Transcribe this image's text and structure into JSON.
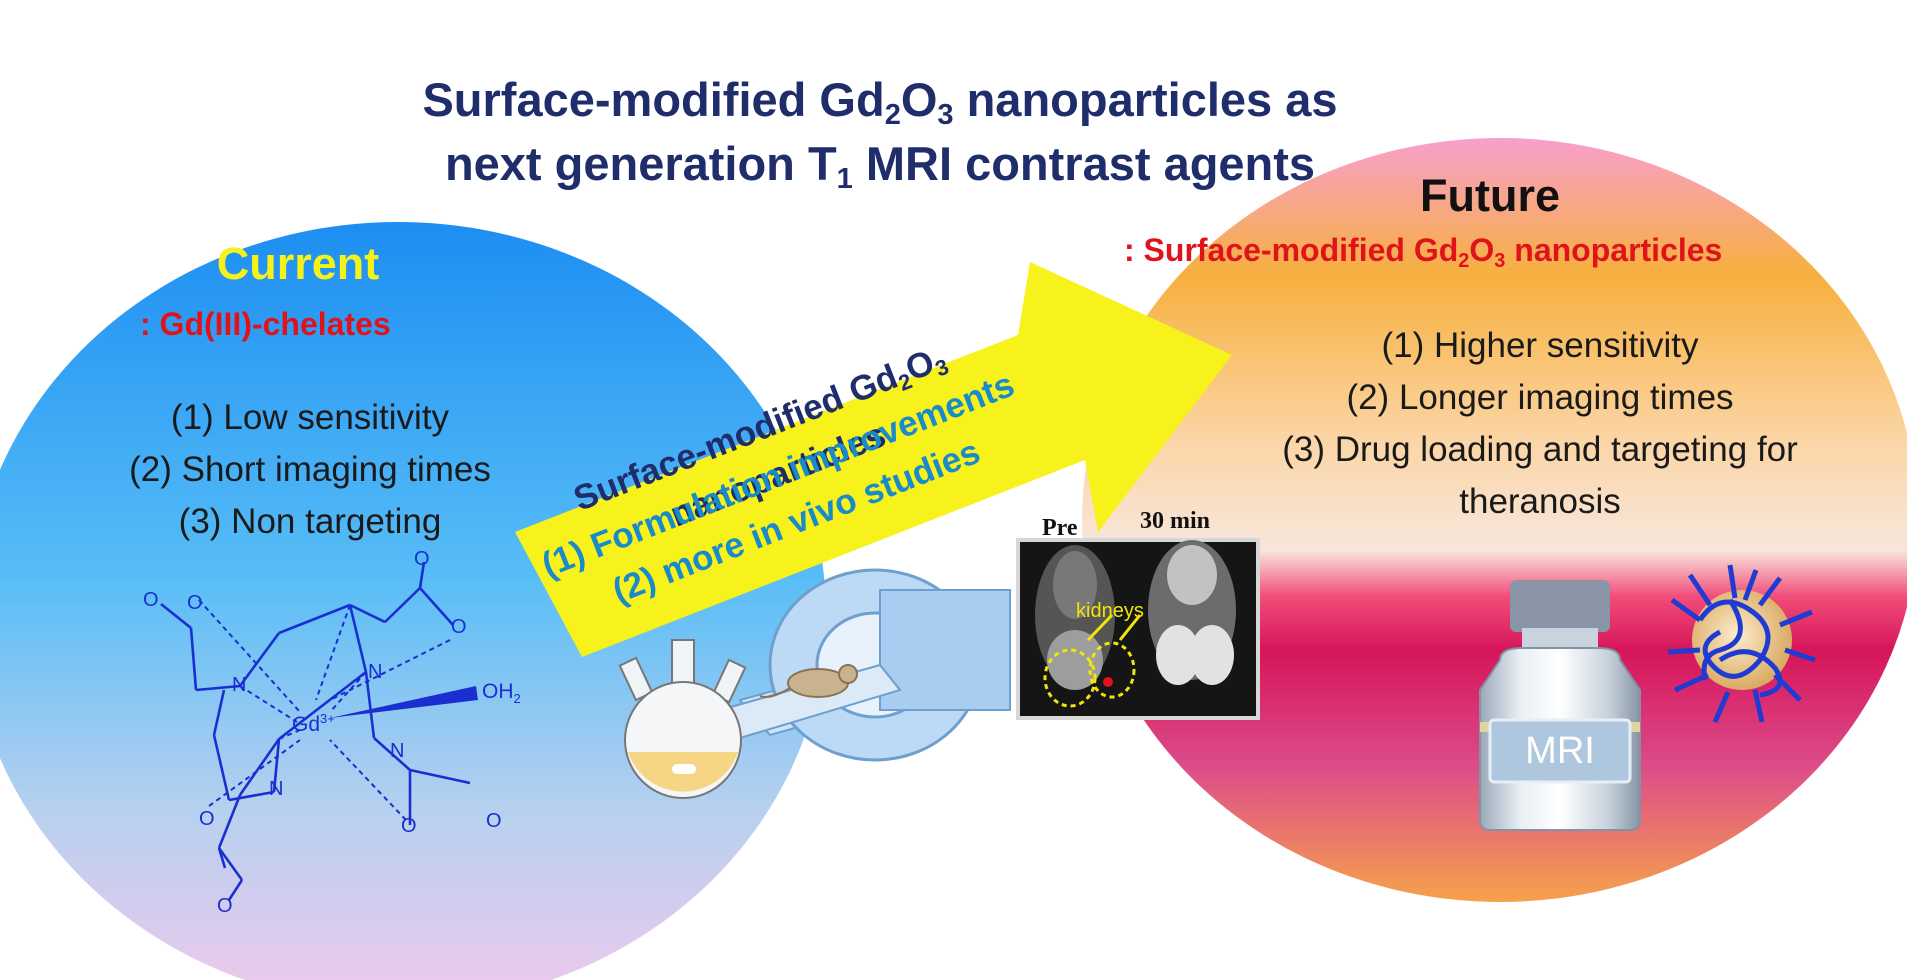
{
  "title": {
    "line1_prefix": "Surface-modified Gd",
    "line1_sub1": "2",
    "line1_mid": "O",
    "line1_sub2": "3",
    "line1_suffix": " nanoparticles as",
    "line2_prefix": "next generation T",
    "line2_sub": "1",
    "line2_suffix": " MRI contrast agents"
  },
  "current": {
    "heading": "Current",
    "subtitle": ": Gd(III)-chelates",
    "items": [
      "(1) Low sensitivity",
      "(2) Short imaging times",
      "(3) Non targeting"
    ]
  },
  "future": {
    "heading": "Future",
    "subtitle_prefix": ":  Surface-modified Gd",
    "subtitle_sub1": "2",
    "subtitle_mid": "O",
    "subtitle_sub2": "3",
    "subtitle_suffix": " nanoparticles",
    "items": [
      "(1) Higher sensitivity",
      "(2) Longer imaging times",
      "(3) Drug loading and targeting for",
      "theranosis"
    ]
  },
  "arrow": {
    "line1_prefix": "Surface-modified Gd",
    "line1_sub1": "2",
    "line1_mid": "O",
    "line1_sub2": "3",
    "line1_suffix": " nanoparticles",
    "line2": "(1) Formulation improvements",
    "line3": "(2) more in vivo studies"
  },
  "chelate": {
    "metal": "Gd",
    "metal_sup": "3+",
    "water": "OH",
    "water_sub": "2",
    "oxygen": "O",
    "nitrogen": "N"
  },
  "scan": {
    "label_pre": "Pre",
    "label_post": "30 min",
    "annotation": "kidneys"
  },
  "vial": {
    "label": "MRI"
  },
  "colors": {
    "title": "#1f2d6b",
    "current_heading": "#f4f21a",
    "highlight_red": "#e0131b",
    "arrow_fill": "#f7f21c",
    "arrow_line1": "#1f2d6b",
    "arrow_lines23": "#1a8bc9",
    "chelate_blue": "#1a2fd0"
  }
}
